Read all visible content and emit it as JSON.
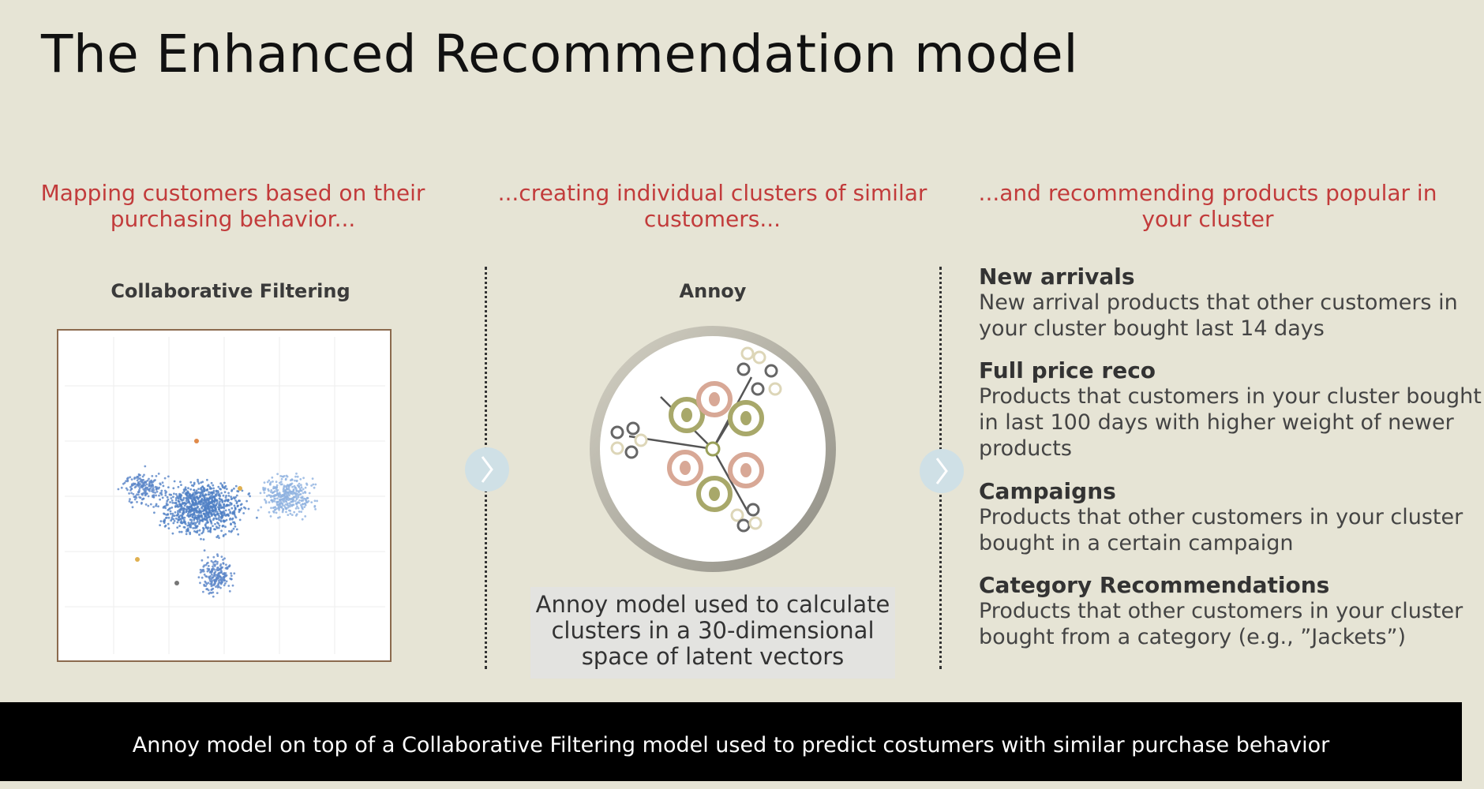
{
  "title": "The Enhanced Recommendation model",
  "columns": [
    {
      "heading": "Mapping customers based on their purchasing behavior...",
      "subheading": "Collaborative Filtering"
    },
    {
      "heading": "...creating individual clusters of similar customers...",
      "subheading": "Annoy",
      "caption": "Annoy model used to calculate clusters in a 30-dimensional space of latent vectors"
    },
    {
      "heading": "...and recommending products popular in your cluster"
    }
  ],
  "recommendations": [
    {
      "title": "New arrivals",
      "text": "New arrival products that other customers in your cluster bought last 14 days"
    },
    {
      "title": "Full price reco",
      "text": "Products that customers in your cluster bought in last 100 days with higher weight of newer products"
    },
    {
      "title": "Campaigns",
      "text": "Products that other customers in your cluster bought in a certain campaign"
    },
    {
      "title": "Category Recommendations",
      "text": "Products that other customers in your cluster bought from a category (e.g., ”Jackets”)"
    }
  ],
  "footer": "Annoy model on top of a Collaborative Filtering model used to predict costumers with similar purchase behavior",
  "colors": {
    "accent": "#c23b3b",
    "scatter": "#5b86c8",
    "footer_bg": "#000000",
    "arrow": "#cfe0e6"
  }
}
